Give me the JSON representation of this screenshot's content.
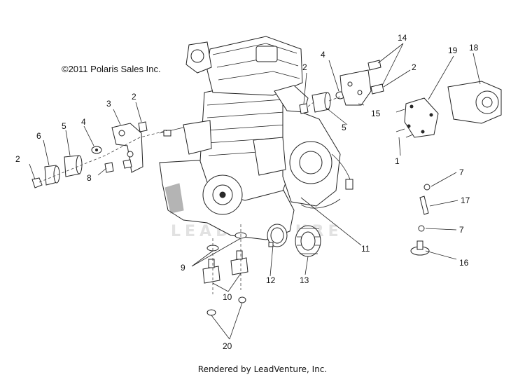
{
  "copyright": "©2011  Polaris Sales Inc.",
  "footer": "Rendered by LeadVenture, Inc.",
  "watermark": "LEADVENTURE",
  "callouts": {
    "c1": "1",
    "c2a": "2",
    "c2b": "2",
    "c2c": "2",
    "c2d": "2",
    "c3": "3",
    "c4a": "4",
    "c4b": "4",
    "c5a": "5",
    "c5b": "5",
    "c6": "6",
    "c7a": "7",
    "c7b": "7",
    "c8": "8",
    "c9": "9",
    "c10": "10",
    "c11": "11",
    "c12": "12",
    "c13": "13",
    "c14": "14",
    "c15": "15",
    "c16": "16",
    "c17": "17",
    "c18": "18",
    "c19": "19",
    "c20": "20"
  }
}
